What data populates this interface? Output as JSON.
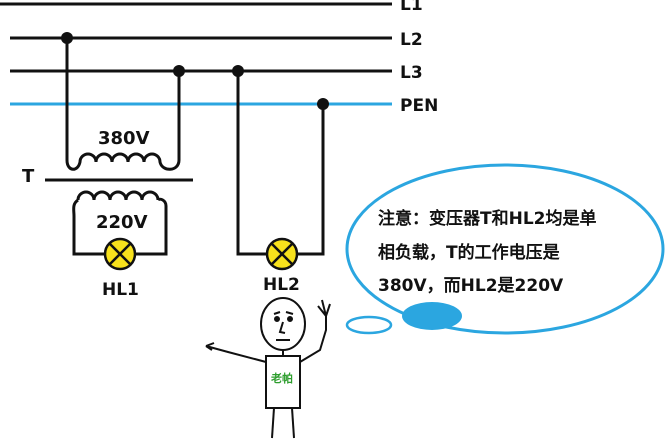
{
  "lines": {
    "l1": "L1",
    "l2": "L2",
    "l3": "L3",
    "pen": "PEN"
  },
  "transformer": {
    "name": "T",
    "primary_voltage": "380V",
    "secondary_voltage": "220V"
  },
  "lamps": {
    "hl1": "HL1",
    "hl2": "HL2"
  },
  "bubble": {
    "line1": "注意：变压器T和HL2均是单",
    "line2": "相负载，T的工作电压是",
    "line3": "380V，而HL2是220V"
  },
  "character": {
    "badge": "老帕"
  },
  "colors": {
    "wire": "#111111",
    "pen_wire": "#2ba6e0",
    "bubble_outline": "#2ba6e0",
    "bubble_dot": "#2ba6e0",
    "lamp_fill": "#f7e11c",
    "badge_text": "#2e9e2e"
  }
}
